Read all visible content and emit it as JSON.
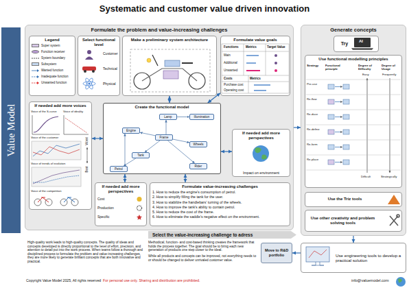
{
  "diagram": {
    "title": "Systematic and customer value driven innovation",
    "nodes": [
      {
        "text": [
          "Value Model"
        ]
      },
      {
        "text": [
          "Formulate the problem and value-increasing challenges"
        ]
      },
      {
        "text": [
          "Legend"
        ],
        "in": 1
      },
      {
        "text": [
          "Select functional level"
        ],
        "in": 1
      },
      {
        "text": [
          "Make a preliminary system architecture"
        ],
        "in": 1
      },
      {
        "text": [
          "Formulate value goals"
        ],
        "in": 1
      },
      {
        "text": [
          "If needed add more voices"
        ],
        "in": 1
      },
      {
        "text": [
          "Create the functional model"
        ],
        "in": 1
      },
      {
        "text": [
          "Lamp"
        ],
        "in": 7
      },
      {
        "text": [
          "Illumination"
        ],
        "in": 7
      },
      {
        "text": [
          "Engine"
        ],
        "in": 7
      },
      {
        "text": [
          "Frame"
        ],
        "in": 7
      },
      {
        "text": [
          "Wheels"
        ],
        "in": 7
      },
      {
        "text": [
          "Tank"
        ],
        "in": 7
      },
      {
        "text": [
          "Petrol"
        ],
        "in": 7
      },
      {
        "text": [
          "Rider"
        ],
        "in": 7
      },
      {
        "text": [
          "If needed add more perspectives",
          "Impact on environment"
        ],
        "in": 1
      },
      {
        "text": [
          "If needed add more perspectives"
        ],
        "in": 1
      },
      {
        "text": [
          "Formulate value-increasing challenges",
          "1. How to reduce the engine's consumption of petrol.",
          "2. How to simplify filling the tank for the user.",
          "3. How to stabilize the handlebars' turning of the wheels.",
          "4. How to improve the tank's ability to contain petrol.",
          "5. How to reduce the cost of the frame.",
          "6. How to eliminate the saddle's negative effect on the environment."
        ],
        "in": 1
      },
      {
        "text": [
          "Generate concepts"
        ]
      },
      {
        "text": [
          "Try"
        ],
        "in": 19
      },
      {
        "text": [
          "Use functional modelling principles"
        ],
        "in": 19
      },
      {
        "text": [
          "Use the Triz tools"
        ],
        "in": 19
      },
      {
        "text": [
          "Use other creativity and problem solving tools"
        ],
        "in": 19
      },
      {
        "text": [
          "Move to R&D portfolio"
        ]
      },
      {
        "text": [
          "Use engineering tools to develop a practical solution"
        ]
      }
    ],
    "edges": [
      {
        "from": 4,
        "to": 7,
        "arrow": "both"
      },
      {
        "from": 6,
        "to": 7,
        "arrow": "both"
      },
      {
        "from": 5,
        "to": 7,
        "arrow": "both"
      },
      {
        "from": 16,
        "to": 7,
        "arrow": "both"
      },
      {
        "from": 17,
        "to": 7,
        "arrow": "both"
      },
      {
        "from": 18,
        "to": 7,
        "arrow": "both"
      },
      {
        "from": 8,
        "to": 9,
        "arrow": "to"
      },
      {
        "from": 11,
        "to": 8,
        "arrow": "to"
      },
      {
        "from": 11,
        "to": 10,
        "arrow": "to"
      },
      {
        "from": 11,
        "to": 12,
        "arrow": "to"
      },
      {
        "from": 11,
        "to": 13,
        "arrow": "to"
      },
      {
        "from": 13,
        "to": 14,
        "arrow": "to"
      },
      {
        "from": 14,
        "to": 10,
        "arrow": "to"
      },
      {
        "from": 11,
        "to": 15,
        "arrow": "to"
      },
      {
        "from": 1,
        "to": 19,
        "arrow": "to"
      },
      {
        "from": 19,
        "to": 25,
        "arrow": "to"
      },
      {
        "from": 25,
        "to": 24,
        "arrow": "to"
      }
    ],
    "labels": [
      "Customer",
      "Technical",
      "Physical",
      "Functions",
      "Metrics",
      "Target Value",
      "Main",
      "Additional",
      "Unwanted",
      "Costs",
      "Metrics",
      "Purchase cost",
      "Operating cost",
      "Voice of the S-curve",
      "Voice of ideality",
      "Voice of the customer",
      "Voice of trends of evolution",
      "Voice of the competition",
      "Worst",
      "Best",
      "Cost",
      "Production",
      "Specific",
      "Select the value-increasing challenge to adress",
      "High-quality work leads to high-quality concepts. The quality of ideas and concepts developed is directly proportional to the level of effort, precision, and attention to detail put into the work process. When teams follow a thorough and disciplined process to formulate the problem and value-increasing challenges, they are more likely to generate brilliant concepts that are both innovative and practical.",
      "Methodical, function- and cost-based thinking creates the framework that holds the process together. The goal should be to bring each new generation of products one step closer to the ideal.",
      "While all products and concepts can be improved, not everything needs to or should be changed to deliver unrivaled customer value.",
      "Copyright Value Model 2025, All rights reserved",
      "For personal use only. Sharing and distribution are prohibited.",
      "info@valuemodel.com",
      "AI",
      "Strategy",
      "Functional principle",
      "Degree of Difficulty",
      "Degree of Usage",
      "Easy",
      "Frequently",
      "Pre-use",
      "Re-flow",
      "Re-duce",
      "Re-define",
      "Re-form",
      "Re-place",
      "Difficult",
      "Strategically"
    ],
    "legend": [
      {
        "text": "Super system",
        "color": "#d8c8e8"
      },
      {
        "text": "Function receiver",
        "color": "#b99bd4"
      },
      {
        "text": "System boundary"
      },
      {
        "text": "Subsystem",
        "color": "#c5d9f0"
      },
      {
        "text": "Wanted function"
      },
      {
        "text": "Inadequate function"
      },
      {
        "text": "Unwanted function"
      }
    ]
  }
}
